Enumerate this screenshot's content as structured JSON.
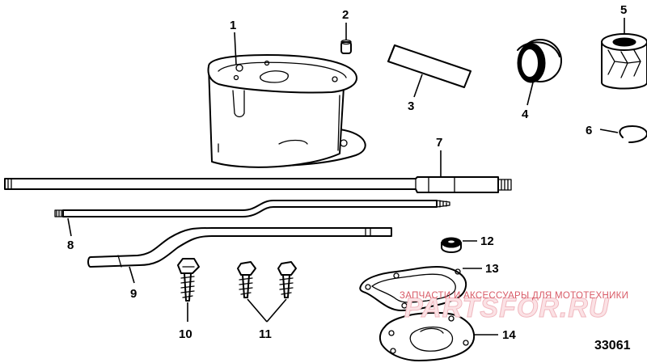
{
  "callouts": {
    "c1": "1",
    "c2": "2",
    "c3": "3",
    "c4": "4",
    "c5": "5",
    "c6": "6",
    "c7": "7",
    "c8": "8",
    "c9": "9",
    "c10": "10",
    "c11": "11",
    "c12": "12",
    "c13": "13",
    "c14": "14"
  },
  "figure_number": "33061",
  "watermark": {
    "tagline": "ЗАПЧАСТИ И АКСЕССУАРЫ ДЛЯ МОТОТЕХНИКИ",
    "logo_text": "PARTSFOR.RU"
  }
}
